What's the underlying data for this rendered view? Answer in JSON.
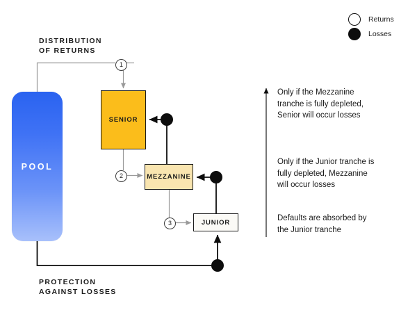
{
  "diagram": {
    "title_labels": {
      "distribution": "DISTRIBUTION\nOF RETURNS",
      "protection": "PROTECTION\nAGAINST LOSSES"
    },
    "pool": {
      "label": "POOL",
      "color_top": "#2a63f0",
      "color_bottom": "#a8c0fb"
    },
    "tranches": [
      {
        "label": "SENIOR",
        "color": "#fbbd1b"
      },
      {
        "label": "MEZZANINE",
        "color": "#f9e5b0"
      },
      {
        "label": "JUNIOR",
        "color": "#fbfaf6"
      }
    ],
    "steps": [
      {
        "number": "1"
      },
      {
        "number": "2"
      },
      {
        "number": "3"
      }
    ],
    "legend": {
      "items": [
        {
          "icon": "open-circle-icon",
          "label": "Returns"
        },
        {
          "icon": "filled-circle-icon",
          "label": "Losses"
        }
      ]
    },
    "annotations": [
      "Only if the Mezzanine\ntranche is fully depleted,\nSenior will occur losses",
      "Only if the Junior tranche is\nfully depleted, Mezzanine\nwill occur losses",
      "Defaults are absorbed by\nthe Junior tranche"
    ],
    "colors": {
      "returns_wire": "#9a9a9a",
      "losses_wire": "#0d0d0d",
      "stroke": "#1b1b1b"
    }
  }
}
